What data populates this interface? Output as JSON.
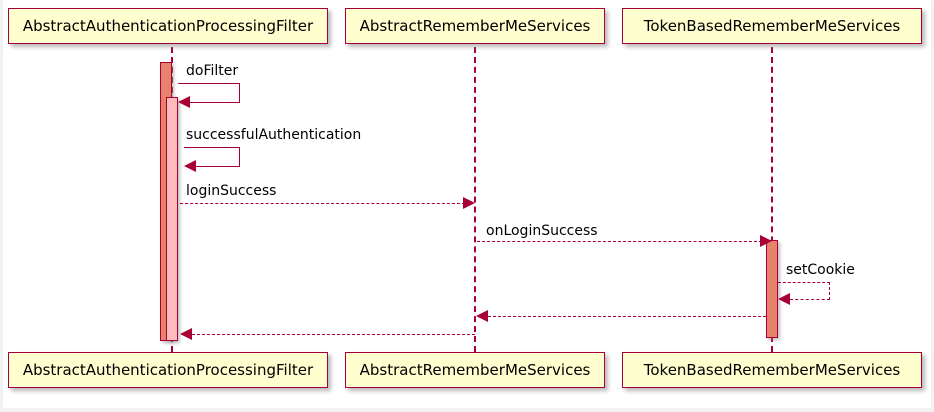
{
  "diagram": {
    "type": "uml-sequence-diagram",
    "title": "",
    "colors": {
      "participant_fill": "#FEFECE",
      "participant_border": "#A80036",
      "line": "#A80036",
      "activation_outer_fill": "#E8836B",
      "activation_inner_fill": "#FFBBBB",
      "text": "#000000",
      "background": "#FFFFFF"
    },
    "participants": [
      {
        "id": "filter",
        "label": "AbstractAuthenticationProcessingFilter"
      },
      {
        "id": "abstractrms",
        "label": "AbstractRememberMeServices"
      },
      {
        "id": "tokenrms",
        "label": "TokenBasedRememberMeServices"
      }
    ],
    "messages": [
      {
        "label": "doFilter",
        "from": "filter",
        "to": "filter",
        "style": "solid",
        "kind": "self"
      },
      {
        "label": "successfulAuthentication",
        "from": "filter",
        "to": "filter",
        "style": "solid",
        "kind": "self"
      },
      {
        "label": "loginSuccess",
        "from": "filter",
        "to": "abstractrms",
        "style": "dotted",
        "kind": "call"
      },
      {
        "label": "onLoginSuccess",
        "from": "abstractrms",
        "to": "tokenrms",
        "style": "dotted",
        "kind": "call"
      },
      {
        "label": "setCookie",
        "from": "tokenrms",
        "to": "tokenrms",
        "style": "dotted",
        "kind": "self"
      },
      {
        "label": "",
        "from": "tokenrms",
        "to": "abstractrms",
        "style": "dotted",
        "kind": "return"
      },
      {
        "label": "",
        "from": "abstractrms",
        "to": "filter",
        "style": "dotted",
        "kind": "return"
      }
    ]
  }
}
